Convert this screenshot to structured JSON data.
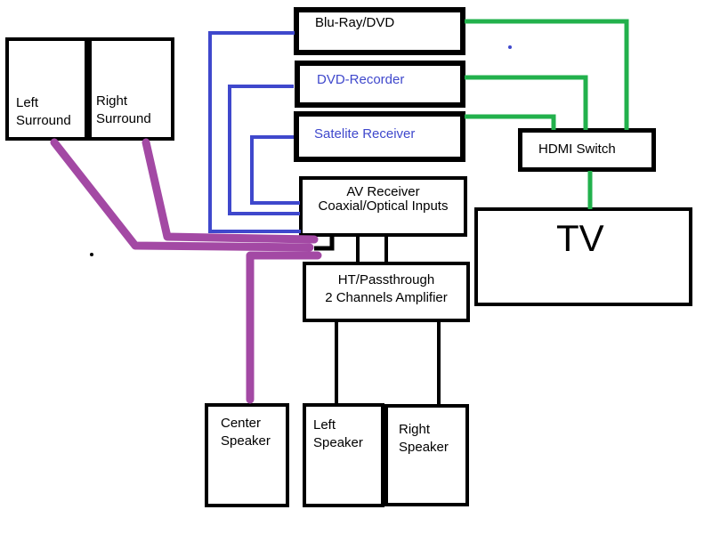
{
  "palette": {
    "background": "#FFFFFF",
    "box_border": "#000000",
    "text_black": "#000000",
    "text_blue": "#3F48CC",
    "optical_cable": "#3F48CC",
    "hdmi_cable": "#22B14C",
    "speaker_cable": "#A349A4",
    "amp_wire": "#000000"
  },
  "nodes": {
    "bluray": {
      "label": "Blu-Ray/DVD"
    },
    "dvd_recorder": {
      "label": "DVD-Recorder"
    },
    "satellite_receiver": {
      "label": "Satelite Receiver"
    },
    "hdmi_switch": {
      "label": "HDMI Switch"
    },
    "tv": {
      "label": "TV"
    },
    "av_receiver": {
      "line1": "AV Receiver",
      "line2": "Coaxial/Optical Inputs"
    },
    "ht_amplifier": {
      "line1": "HT/Passthrough",
      "line2": "2 Channels Amplifier"
    },
    "left_surround": {
      "line1": "Left",
      "line2": "Surround"
    },
    "right_surround": {
      "line1": "Right",
      "line2": "Surround"
    },
    "center_speaker": {
      "line1": "Center",
      "line2": "Speaker"
    },
    "left_speaker": {
      "line1": "Left",
      "line2": "Speaker"
    },
    "right_speaker": {
      "line1": "Right",
      "line2": "Speaker"
    }
  },
  "edges": [
    {
      "id": "bluray-to-av",
      "from": "Blu-Ray/DVD",
      "to": "AV Receiver Coaxial/Optical Inputs",
      "cable": "coaxial-optical",
      "color": "#3F48CC"
    },
    {
      "id": "dvdrecorder-to-av",
      "from": "DVD-Recorder",
      "to": "AV Receiver Coaxial/Optical Inputs",
      "cable": "coaxial-optical",
      "color": "#3F48CC"
    },
    {
      "id": "satellite-to-av",
      "from": "Satelite Receiver",
      "to": "AV Receiver Coaxial/Optical Inputs",
      "cable": "coaxial-optical",
      "color": "#3F48CC"
    },
    {
      "id": "bluray-to-hdmiswitch",
      "from": "Blu-Ray/DVD",
      "to": "HDMI Switch",
      "cable": "hdmi",
      "color": "#22B14C"
    },
    {
      "id": "dvdrecorder-to-hdmiswitch",
      "from": "DVD-Recorder",
      "to": "HDMI Switch",
      "cable": "hdmi",
      "color": "#22B14C"
    },
    {
      "id": "satellite-to-hdmiswitch",
      "from": "Satelite Receiver",
      "to": "HDMI Switch",
      "cable": "hdmi",
      "color": "#22B14C"
    },
    {
      "id": "hdmiswitch-to-tv",
      "from": "HDMI Switch",
      "to": "TV",
      "cable": "hdmi",
      "color": "#22B14C"
    },
    {
      "id": "av-to-htamp-link1",
      "from": "AV Receiver Coaxial/Optical Inputs",
      "to": "HT/Passthrough 2 Channels Amplifier",
      "cable": "link",
      "color": "#000000"
    },
    {
      "id": "av-to-htamp-link2",
      "from": "AV Receiver Coaxial/Optical Inputs",
      "to": "HT/Passthrough 2 Channels Amplifier",
      "cable": "link",
      "color": "#000000"
    },
    {
      "id": "htamp-to-leftspeaker",
      "from": "HT/Passthrough 2 Channels Amplifier",
      "to": "Left Speaker",
      "cable": "speaker-wire",
      "color": "#000000"
    },
    {
      "id": "htamp-to-rightspeaker",
      "from": "HT/Passthrough 2 Channels Amplifier",
      "to": "Right Speaker",
      "cable": "speaker-wire",
      "color": "#000000"
    },
    {
      "id": "leftsurround-to-av",
      "from": "Left Surround",
      "to": "AV Receiver Coaxial/Optical Inputs",
      "cable": "speaker-wire",
      "color": "#A349A4"
    },
    {
      "id": "rightsurround-to-av",
      "from": "Right Surround",
      "to": "AV Receiver Coaxial/Optical Inputs",
      "cable": "speaker-wire",
      "color": "#A349A4"
    },
    {
      "id": "av-to-centerspeaker",
      "from": "AV Receiver Coaxial/Optical Inputs",
      "to": "Center Speaker",
      "cable": "speaker-wire",
      "color": "#A349A4"
    }
  ]
}
